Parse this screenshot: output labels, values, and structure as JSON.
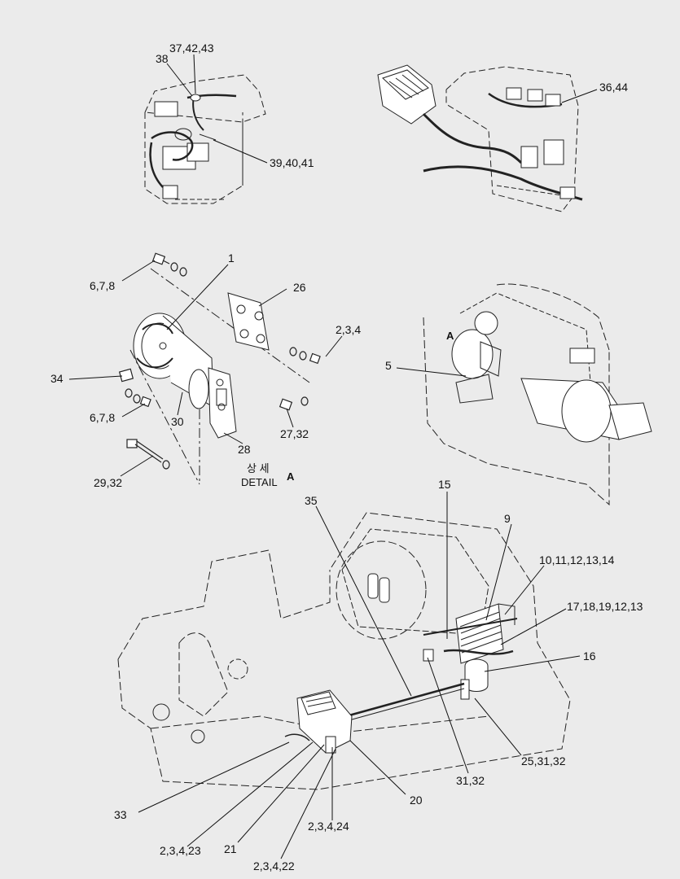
{
  "labels": {
    "l_37_42_43": "37,42,43",
    "l_38": "38",
    "l_39_40_41": "39,40,41",
    "l_36_44": "36,44",
    "l_1": "1",
    "l_6_7_8_top": "6,7,8",
    "l_26": "26",
    "l_2_3_4_mid": "2,3,4",
    "l_34": "34",
    "l_6_7_8_bottom": "6,7,8",
    "l_30": "30",
    "l_28": "28",
    "l_27_32": "27,32",
    "l_29_32": "29,32",
    "l_5": "5",
    "l_A_marker": "A",
    "detail_korean": "상 세",
    "detail_word": "DETAIL",
    "detail_letter": "A",
    "l_35": "35",
    "l_15": "15",
    "l_9": "9",
    "l_10_14": "10,11,12,13,14",
    "l_17_13": "17,18,19,12,13",
    "l_16": "16",
    "l_25_31_32": "25,31,32",
    "l_31_32": "31,32",
    "l_20": "20",
    "l_33": "33",
    "l_2_3_4_24": "2,3,4,24",
    "l_21": "21",
    "l_2_3_4_23": "2,3,4,23",
    "l_2_3_4_22": "2,3,4,22"
  }
}
